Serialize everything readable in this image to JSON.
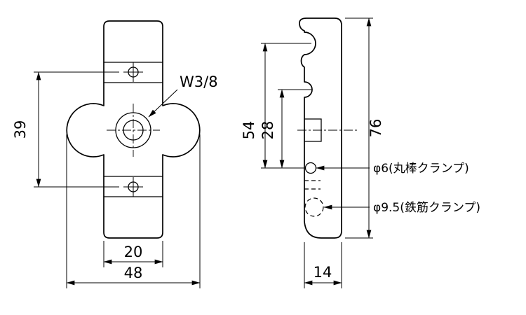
{
  "colors": {
    "line": "#000000",
    "background": "#ffffff"
  },
  "front_view": {
    "thread_label": "W3/8",
    "dims": {
      "hole_spacing": "39",
      "inner_width": "20",
      "overall_width": "48"
    }
  },
  "side_view": {
    "dims": {
      "notch1_to_hole": "54",
      "notch2_to_hole": "28",
      "overall_height": "76",
      "thickness": "14"
    },
    "labels": {
      "round_bar_clamp": "φ6(丸棒クランプ)",
      "rebar_clamp": "φ9.5(鉄筋クランプ)"
    }
  }
}
